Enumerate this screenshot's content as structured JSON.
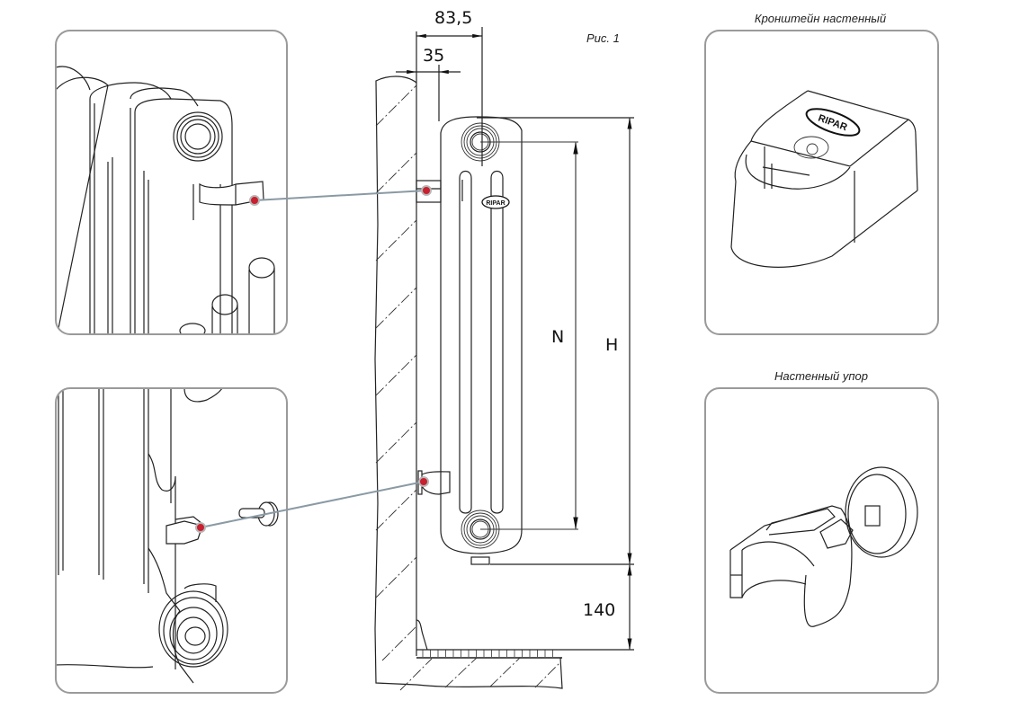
{
  "figure": {
    "label": "Рис. 1",
    "dimensions": {
      "total_depth": "83,5",
      "wall_gap": "35",
      "center_distance": "N",
      "height": "H",
      "floor_clearance": "140"
    }
  },
  "panels": {
    "top_left": {
      "subject": "radiator-top-bracket-closeup"
    },
    "bottom_left": {
      "subject": "radiator-bottom-stop-closeup"
    },
    "top_right": {
      "caption": "Кронштейн настенный",
      "logo_text": "RIPAR"
    },
    "bottom_right": {
      "caption": "Настенный упор"
    }
  },
  "radiator": {
    "logo_text": "RIPAR"
  },
  "colors": {
    "marker": "#c8202f",
    "leader": "#8a9aa4",
    "panel_border": "#9a9a9a",
    "line": "#222222"
  }
}
